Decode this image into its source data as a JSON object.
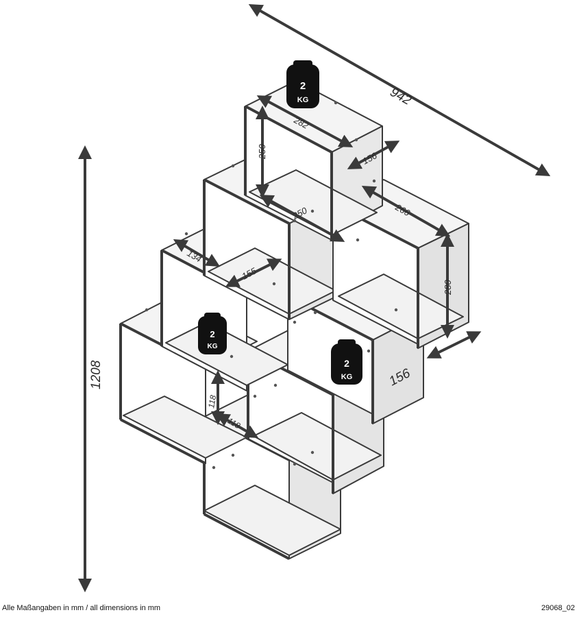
{
  "dimensions": {
    "total_width": "942",
    "total_height": "1208",
    "top_width": "282",
    "top_height": "250",
    "top_depth": "156",
    "mid_width": "250",
    "right_width": "266",
    "right_height": "280",
    "right_depth": "156",
    "left_depth": "134",
    "left_width": "155",
    "small_height": "118",
    "small_width": "118"
  },
  "weights": {
    "top": {
      "value": "2",
      "unit": "KG"
    },
    "left": {
      "value": "2",
      "unit": "KG"
    },
    "right": {
      "value": "2",
      "unit": "KG"
    }
  },
  "footer": {
    "note": "Alle Maßangaben in mm / all dimensions in mm",
    "code": "29068_02"
  }
}
